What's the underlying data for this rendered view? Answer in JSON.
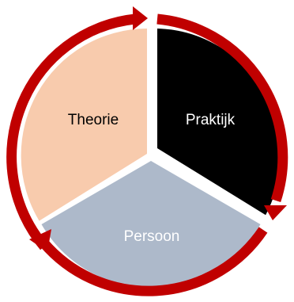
{
  "diagram": {
    "segments": [
      {
        "label": "Theorie",
        "fill": "#f8cbad",
        "text_color": "#000000"
      },
      {
        "label": "Praktijk",
        "fill": "#000000",
        "text_color": "#ffffff"
      },
      {
        "label": "Persoon",
        "fill": "#adb9ca",
        "text_color": "#ffffff"
      }
    ],
    "arrow_color": "#c00000"
  }
}
